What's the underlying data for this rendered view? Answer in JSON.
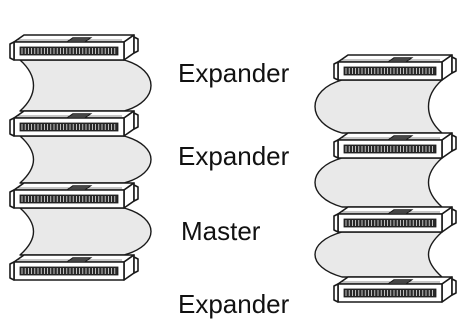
{
  "diagram": {
    "labels": [
      "Expander",
      "Expander",
      "Master",
      "Expander"
    ],
    "colors": {
      "line": "#1a1a1a",
      "body": "#ffffff",
      "ribbon": "#e9e9e9",
      "pins": "#2a2a2a"
    }
  }
}
